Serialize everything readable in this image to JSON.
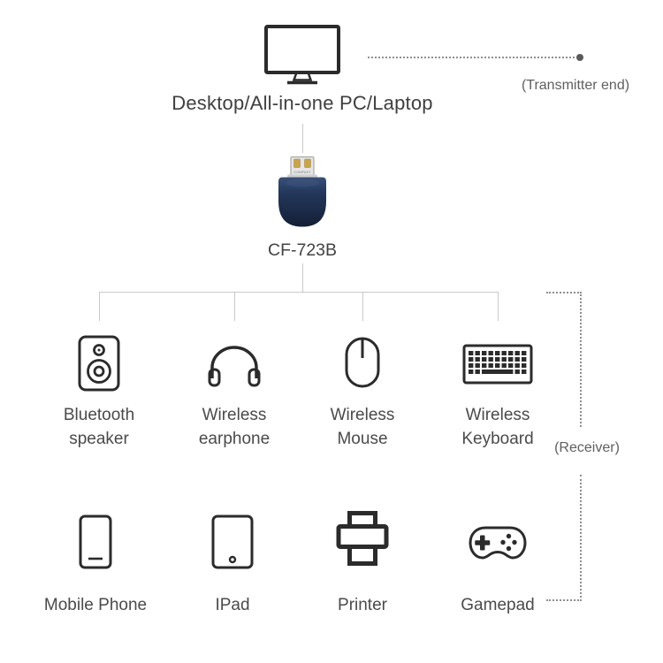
{
  "colors": {
    "icon_stroke": "#2b2b2b",
    "text": "#4a4a4a",
    "tree_line": "#c9c9c9",
    "dotted_line": "#8f8f8f",
    "adapter_body_navy": "#20304d",
    "adapter_contacts_gold": "#c9a44c"
  },
  "transmitter": {
    "label": "Desktop/All-in-one PC/Laptop",
    "annotation": "(Transmitter end)",
    "adapter": {
      "model": "CF-723B",
      "brand": "COMFAST"
    }
  },
  "receiver": {
    "annotation": "(Receiver)",
    "wireless_devices": [
      {
        "icon": "bluetooth-speaker-icon",
        "label": "Bluetooth\nspeaker"
      },
      {
        "icon": "wireless-earphone-icon",
        "label": "Wireless\nearphone"
      },
      {
        "icon": "wireless-mouse-icon",
        "label": "Wireless\nMouse"
      },
      {
        "icon": "wireless-keyboard-icon",
        "label": "Wireless\nKeyboard"
      }
    ],
    "other_devices": [
      {
        "icon": "mobile-phone-icon",
        "label": "Mobile Phone"
      },
      {
        "icon": "ipad-icon",
        "label": "IPad"
      },
      {
        "icon": "printer-icon",
        "label": "Printer"
      },
      {
        "icon": "gamepad-icon",
        "label": "Gamepad"
      }
    ]
  }
}
